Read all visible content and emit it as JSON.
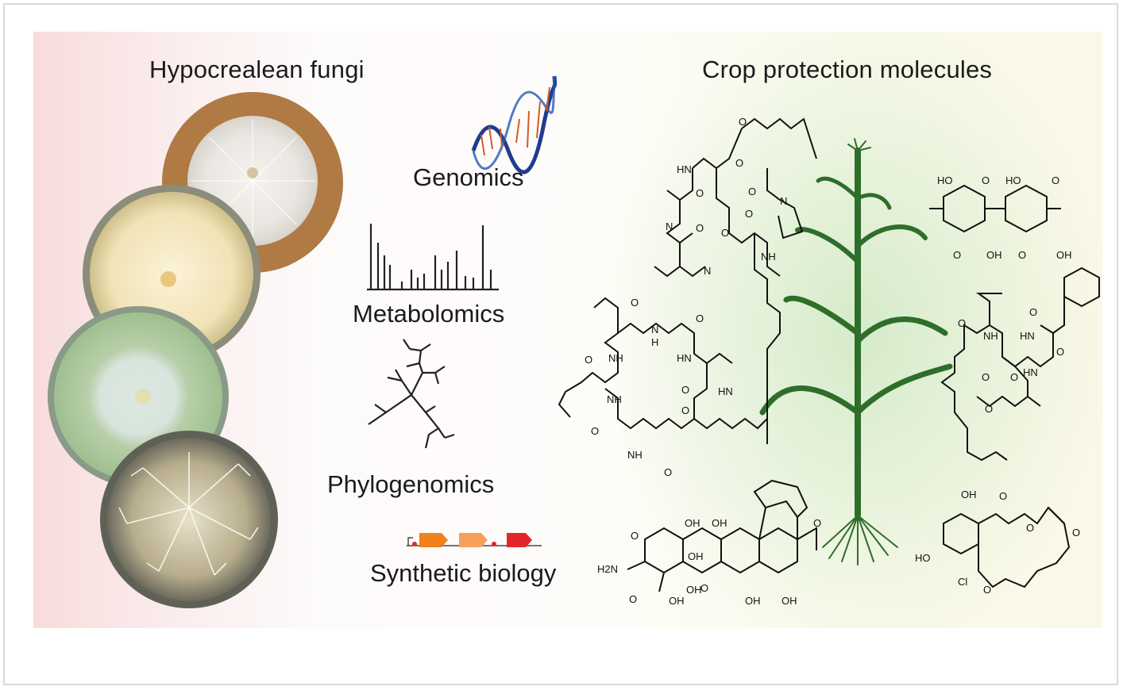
{
  "headings": {
    "left": "Hypocrealean fungi",
    "right": "Crop protection molecules"
  },
  "approaches": [
    {
      "label": "Genomics",
      "icon": "dna-helix-icon"
    },
    {
      "label": "Metabolomics",
      "icon": "mass-spectrum-icon"
    },
    {
      "label": "Phylogenomics",
      "icon": "phylogenetic-tree-icon"
    },
    {
      "label": "Synthetic biology",
      "icon": "gene-cluster-icon"
    }
  ],
  "dishes": [
    "white-radial-culture",
    "cream-culture",
    "green-sporulating-culture",
    "white-mycelium-culture"
  ],
  "molecules": {
    "quinone_atoms": [
      "HO",
      "O",
      "HO",
      "O",
      "O",
      "OH",
      "O",
      "OH"
    ],
    "macrocycle_atoms": [
      "O",
      "O",
      "HN",
      "O",
      "N",
      "O",
      "N",
      "N",
      "O",
      "NH",
      "O",
      "O",
      "N",
      "H",
      "O",
      "NH",
      "HN",
      "O",
      "O",
      "NH",
      "O",
      "NH",
      "HN",
      "O",
      "O",
      "O"
    ],
    "lipopeptide_atoms": [
      "O",
      "O",
      "NH",
      "HN",
      "O",
      "HN",
      "O",
      "O",
      "O"
    ],
    "polyketide_atoms": [
      "O",
      "OH",
      "OH",
      "H2N",
      "O",
      "OH",
      "OH",
      "OH",
      "O",
      "OH",
      "OH",
      "O"
    ],
    "resorcylic_atoms": [
      "OH",
      "O",
      "O",
      "HO",
      "Cl",
      "O",
      "O"
    ]
  },
  "colors": {
    "plant": "#2e6e2a",
    "dna_blue": "#1f3d8f",
    "dna_rungs": "#d35a2a",
    "gene_orange": "#f08019",
    "gene_light": "#f6a05c",
    "gene_red": "#e3262b"
  }
}
